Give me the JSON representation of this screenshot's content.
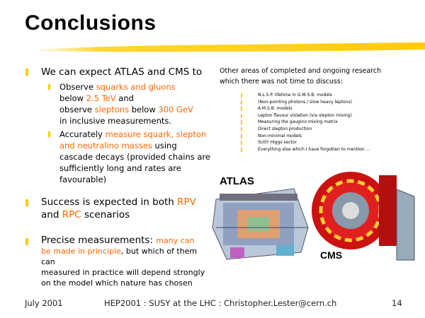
{
  "title": "Conclusions",
  "bullets": {
    "b1": "We can expect ATLAS and CMS to",
    "s1": {
      "a": "Observe ",
      "b": "squarks and gluons",
      "c": "below ",
      "d": "2.5 TeV",
      "e": " and",
      "f": "observe ",
      "g": "sleptons",
      "h": " below ",
      "i": "300 GeV",
      "j": "in  inclusive measurements."
    },
    "s2": {
      "a": "Accurately ",
      "b": "measure squark, slepton",
      "c": "and neutralino masses",
      "d": " using",
      "e": "cascade decays (provided chains are",
      "f": "sufficiently long and rates are",
      "g": "favourable)"
    },
    "b2": {
      "a": "Success is expected in both ",
      "b": "RPV",
      "c": "and ",
      "d": "RPC",
      "e": " scenarios"
    },
    "b3": {
      "a": "Precise measurements:  ",
      "b": "many can",
      "c": "be made in principle",
      "d": ", but which of them can",
      "e": "measured in practice will depend strongly",
      "f": "on the model which nature has chosen"
    }
  },
  "other": {
    "heading1": "Other areas of completed and ongoing research",
    "heading2": "which there was not time to discuss:",
    "items": [
      "N.L.S.P. lifetime in G.M.S.B. models",
      "(Non-pointing photons / slow heavy leptons)",
      "A.M.S.B. models",
      "Lepton flavour violation  (via slepton mixing)",
      "Measuring the gaugino mixing matrix",
      "Direct slepton production",
      "Non-minimal models",
      "SUSY Higgs sector",
      "Everything else which I have forgotten to mention ..."
    ]
  },
  "images": {
    "atlas": "ATLAS",
    "cms": "CMS"
  },
  "footer": {
    "date": "July 2001",
    "center": "HEP2001  :  SUSY at the LHC  :  Christopher.Lester@cern.ch",
    "page": "14"
  },
  "colors": {
    "accent": "#ff6600",
    "bullet": "#ffcc00"
  }
}
